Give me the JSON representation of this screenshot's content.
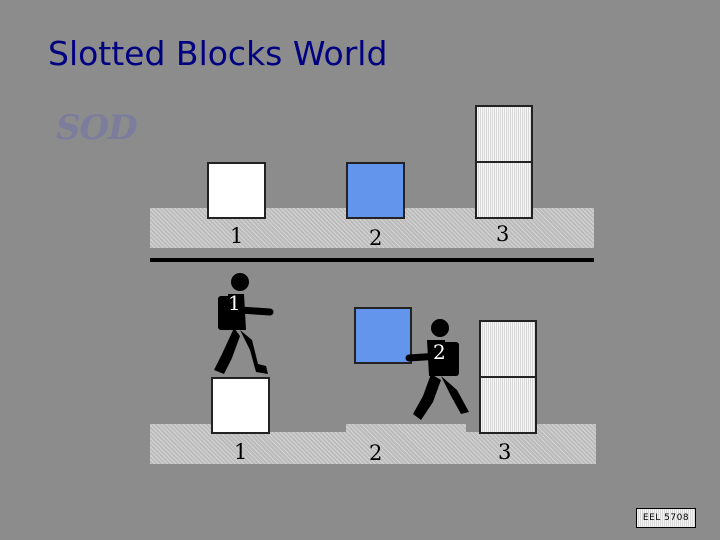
{
  "title": "Slotted Blocks World",
  "watermark": "SOD",
  "top_scene": {
    "slot_labels": [
      "1",
      "2",
      "3"
    ]
  },
  "bottom_scene": {
    "slot_labels": [
      "1",
      "2",
      "3"
    ],
    "robot_labels": [
      "1",
      "2"
    ]
  },
  "footer": "EEL 5708",
  "colors": {
    "background": "#8c8c8c",
    "title": "#000080",
    "blue_block": "#6495ed",
    "white_block": "#ffffff"
  }
}
